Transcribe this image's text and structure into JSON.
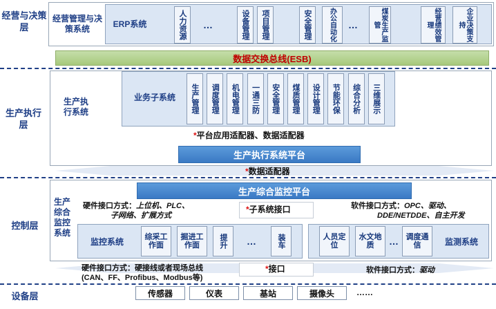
{
  "layers": {
    "decision": "经营与决策层",
    "execution": "生产执行层",
    "control": "控制层",
    "device": "设备层"
  },
  "decision": {
    "mgmt_system": "经营管理与决策系统",
    "erp_label": "ERP系统",
    "items_a": [
      "人力资源"
    ],
    "ellipsis_a": "…",
    "items_b": [
      "设备管理",
      "项目管理"
    ],
    "items_c": [
      "安全管理",
      "办公自动化"
    ],
    "ellipsis_c": "…",
    "items_d": [
      "煤炭生产监管"
    ],
    "items_e": [
      "经营绩效管理",
      "企业决策支持"
    ]
  },
  "esb": "数据交换总线(ESB)",
  "execution": {
    "system_label": "生产执行系统",
    "subsystem_label": "业务子系统",
    "items": [
      "生产管理",
      "调度管理",
      "机电管理",
      "一通三防",
      "安全管理",
      "煤质管理",
      "设计管理",
      "节能环保",
      "综合分析",
      "三维展示"
    ],
    "adapter_star": "*",
    "adapter_label": "平台应用适配器、数据适配器",
    "platform": "生产执行系统平台",
    "data_adapter_star": "*",
    "data_adapter": "数据适配器"
  },
  "control": {
    "system_label": "生产综合监控系统",
    "platform": "生产综合监控平台",
    "hw_prefix": "硬件接口方式：",
    "hw_line1": "上位机、PLC、",
    "hw_line2": "子网络、扩展方式",
    "sub_star": "*",
    "sub_label": "子系统接口",
    "sw_prefix": "软件接口方式：",
    "sw_line1": "OPC、驱动、",
    "sw_line2": "DDE/NETDDE、自主开发",
    "monitor_label": "监控系统",
    "monitor_items": [
      "综采工作面",
      "掘进工作面",
      "提升"
    ],
    "monitor_ellipsis": "…",
    "monitor_last": "装车",
    "detect_label": "监测系统",
    "detect_items": [
      "人员定位",
      "水文地质"
    ],
    "detect_ellipsis": "…",
    "detect_last": "调度通信",
    "hw2_line1": "硬件接口方式：硬接线或者现场总线",
    "hw2_line2": "(CAN、FF、Profibus、Modbus等)",
    "iface_star": "*",
    "iface_label": "接口",
    "sw2_prefix": "软件接口方式：",
    "sw2_value": "驱动"
  },
  "device": {
    "items": [
      "传感器",
      "仪表",
      "基站",
      "摄像头"
    ],
    "ellipsis": "……"
  },
  "colors": {
    "label_blue": "#1f3f86",
    "esb_green": "#aacb7a",
    "esb_text": "#c00000",
    "platform_blue": "#3a79c4"
  }
}
